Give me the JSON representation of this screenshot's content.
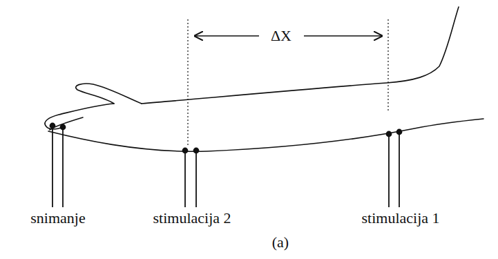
{
  "diagram": {
    "labels": [
      "snimanje",
      "stimulacija 2",
      "stimulacija 1",
      "(a)",
      "ΔX"
    ]
  }
}
